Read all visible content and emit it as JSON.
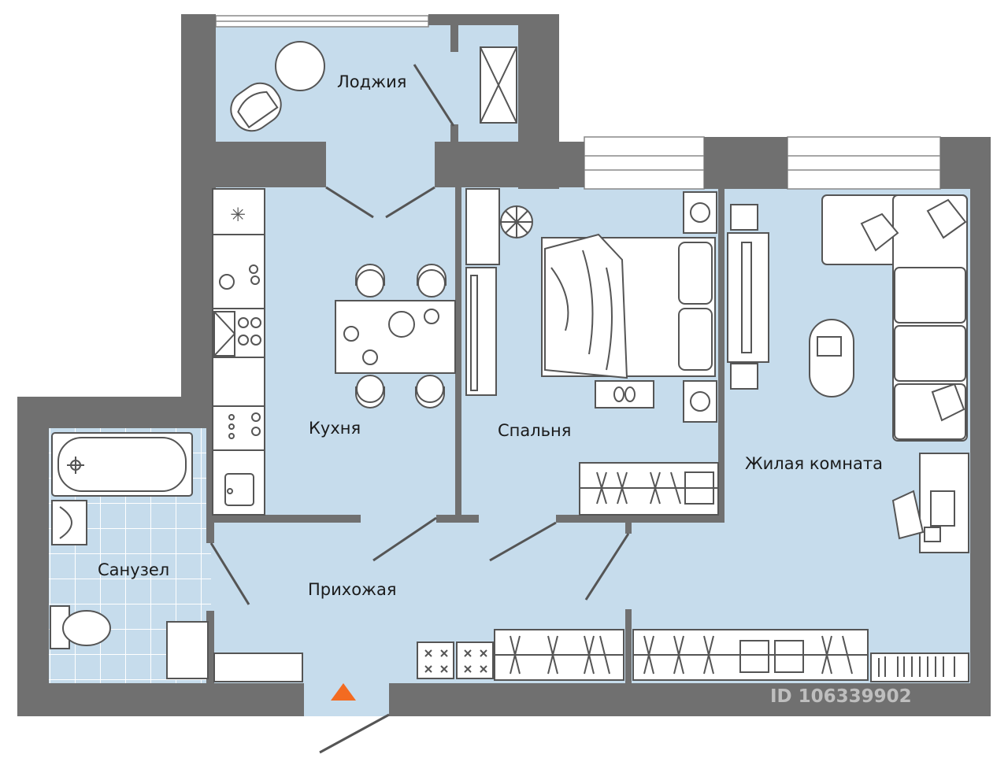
{
  "rooms": {
    "loggia": "Лоджия",
    "kitchen": "Кухня",
    "bedroom": "Спальня",
    "living_room": "Жилая комната",
    "bathroom": "Санузел",
    "hallway": "Прихожая"
  },
  "watermark": "ID 106339902",
  "colors": {
    "floor": "#c6dcec",
    "wall": "#707070",
    "entrance_marker": "#f36b21"
  },
  "icons": [
    "entrance-arrow-icon",
    "snowflake-icon"
  ]
}
